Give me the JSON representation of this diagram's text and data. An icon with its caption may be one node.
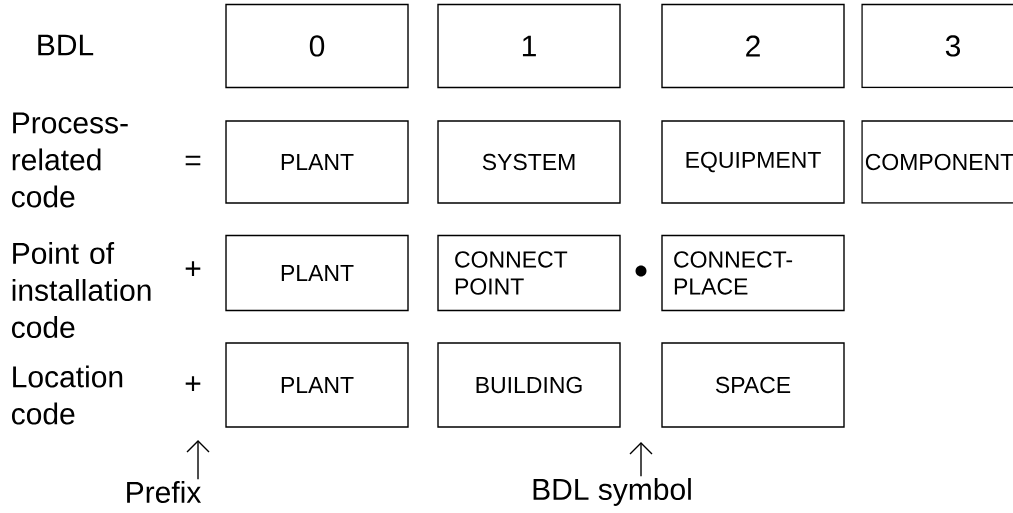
{
  "diagram": {
    "nodes": [
      {
        "text": [
          "0"
        ]
      },
      {
        "text": [
          "1"
        ]
      },
      {
        "text": [
          "2"
        ]
      },
      {
        "text": [
          "3"
        ]
      },
      {
        "text": [
          "PLANT"
        ]
      },
      {
        "text": [
          "SYSTEM"
        ]
      },
      {
        "text": [
          "EQUIPMENT"
        ]
      },
      {
        "text": [
          "COMPONENT"
        ]
      },
      {
        "text": [
          "PLANT"
        ]
      },
      {
        "text": [
          "CONNECT POINT"
        ]
      },
      {
        "text": [
          "CONNECT- PLACE"
        ]
      },
      {
        "text": [
          "PLANT"
        ]
      },
      {
        "text": [
          "BUILDING"
        ]
      },
      {
        "text": [
          "SPACE"
        ]
      },
      {
        "text": [
          "Prefix"
        ]
      },
      {
        "text": [
          "BDL symbol"
        ]
      }
    ],
    "edges": [
      {
        "from": 14,
        "to": null,
        "arrow": "to"
      },
      {
        "from": 15,
        "to": null,
        "arrow": "to"
      }
    ],
    "labels": [
      "BDL",
      "Process-related code",
      "=",
      "Point of installation code",
      "+",
      "Location code",
      "+"
    ]
  }
}
